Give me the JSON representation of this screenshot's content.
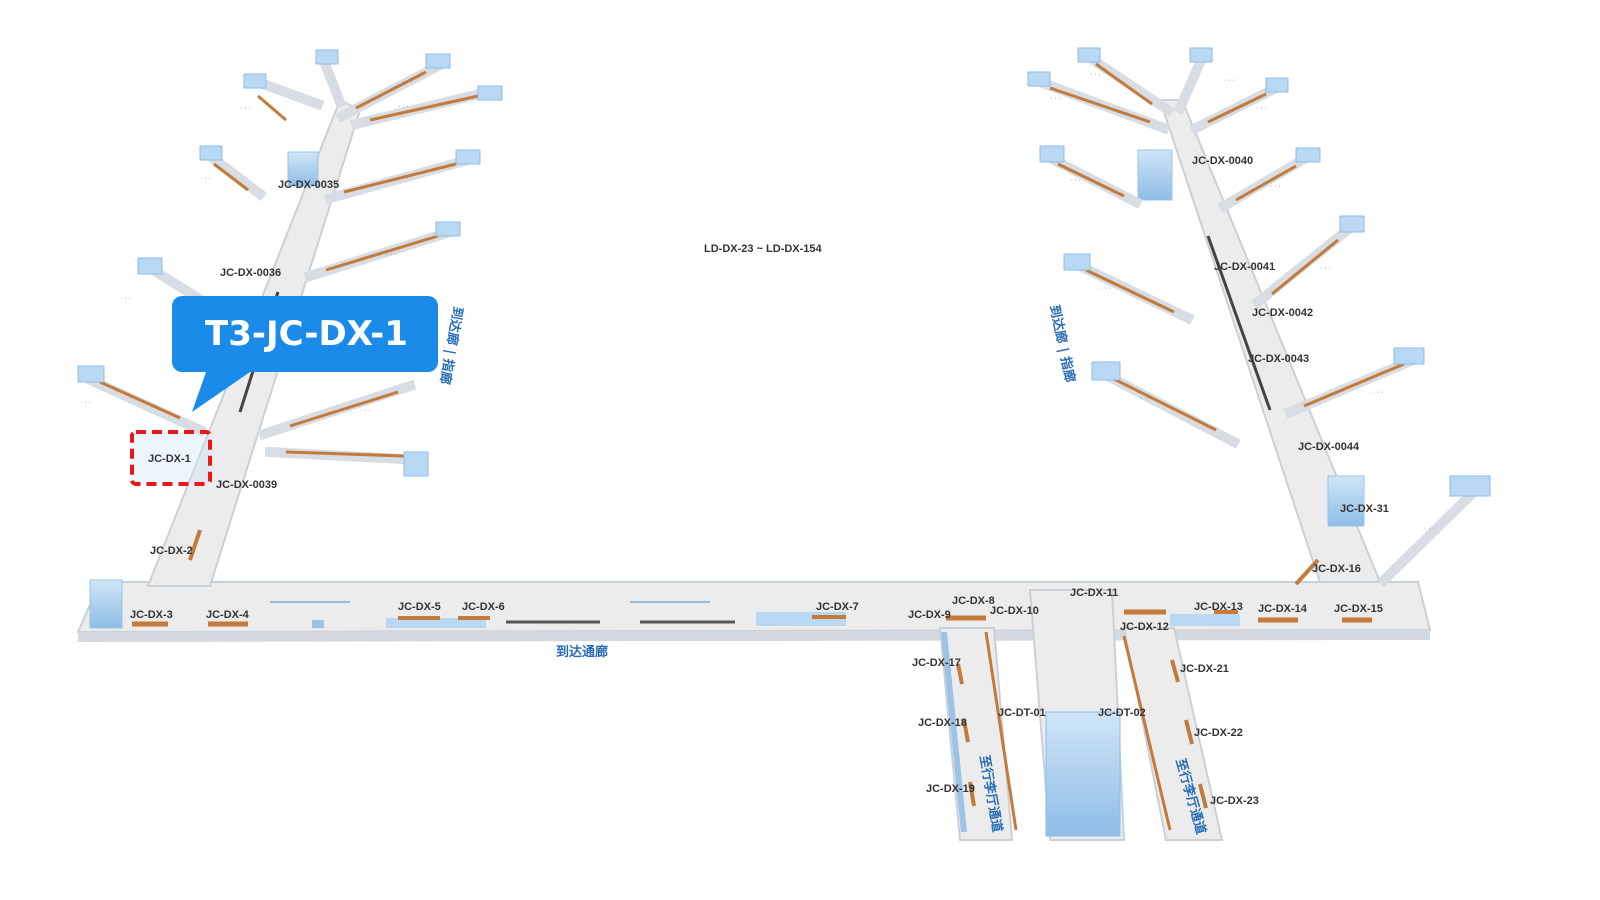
{
  "callout": {
    "text": "T3-JC-DX-1",
    "color": "#1a8be8"
  },
  "colors": {
    "floor": "#eeeeee",
    "wall": "#d7dde3",
    "gate": "#b8d8f4",
    "ad_panel": "#c47a3a",
    "highlight": "#e8171c"
  },
  "labels": {
    "west_1": "JC-DX-0035",
    "west_2": "JC-DX-0036",
    "highlight": "JC-DX-1",
    "west_3": "JC-DX-0039",
    "west_4": "JC-DX-2",
    "center": "LD-DX-23 ~ LD-DX-154",
    "east_1": "JC-DX-0040",
    "east_2": "JC-DX-0041",
    "east_3": "JC-DX-0042",
    "east_4": "JC-DX-0043",
    "east_5": "JC-DX-0044",
    "east_6": "JC-DX-31",
    "east_7": "JC-DX-16",
    "main_3": "JC-DX-3",
    "main_4": "JC-DX-4",
    "main_5": "JC-DX-5",
    "main_6": "JC-DX-6",
    "main_7": "JC-DX-7",
    "main_8": "JC-DX-8",
    "main_9": "JC-DX-9",
    "main_10": "JC-DX-10",
    "main_11": "JC-DX-11",
    "main_12": "JC-DX-12",
    "main_13": "JC-DX-13",
    "main_14": "JC-DX-14",
    "main_15": "JC-DX-15",
    "south_17": "JC-DX-17",
    "south_18": "JC-DX-18",
    "south_19": "JC-DX-19",
    "south_dt1": "JC-DT-01",
    "south_dt2": "JC-DT-02",
    "south_21": "JC-DX-21",
    "south_22": "JC-DX-22",
    "south_23": "JC-DX-23"
  },
  "zones": {
    "arrival_hall": "到达通廊",
    "west_corridor": "到达廊 | 指廊",
    "east_corridor": "到达廊 | 指廊",
    "baggage_left": "至行李厅通道",
    "baggage_right": "至行李厅通道"
  }
}
